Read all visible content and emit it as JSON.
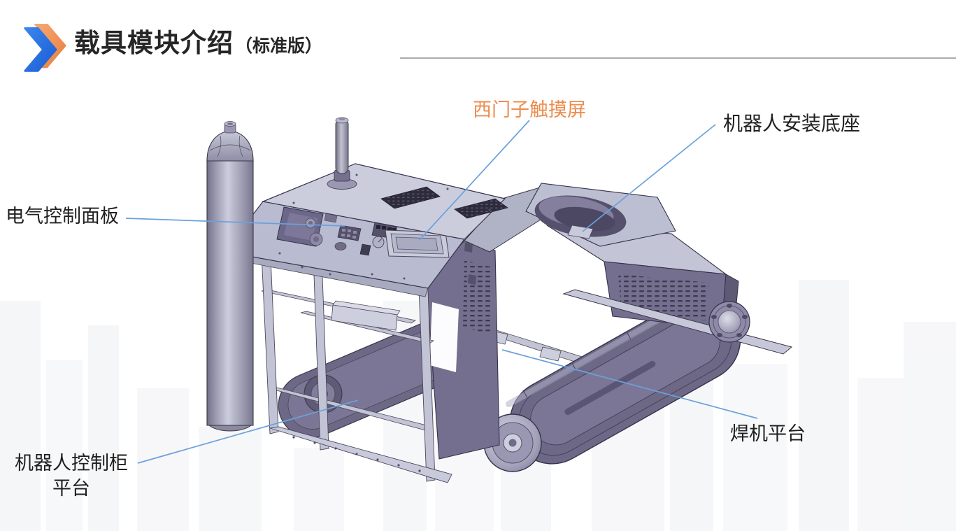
{
  "slide": {
    "title": "载具模块介绍",
    "title_suffix": "（标准版）",
    "background_color": "#ffffff",
    "watermark": "faint city skyline"
  },
  "header_icon": {
    "name": "double-chevron-right-icon",
    "blue": "#2268E0",
    "orange": "#F0935C"
  },
  "annotations": {
    "touchscreen": {
      "label": "西门子触摸屏",
      "color": "#ED8B4E"
    },
    "robot_mount_base": {
      "label": "机器人安装底座",
      "color": "#1f1f1f"
    },
    "electrical_control_panel": {
      "label": "电气控制面板",
      "color": "#1f1f1f"
    },
    "robot_cabinet_platform": {
      "label_line1": "机器人控制柜",
      "label_line2": "平台",
      "color": "#1f1f1f"
    },
    "welder_platform": {
      "label": "焊机平台",
      "color": "#1f1f1f"
    }
  },
  "colors": {
    "leader_line": "#6BA1DB",
    "divider": "#ABACB0",
    "machine_light_panel": "#C8CADC",
    "machine_mid_panel": "#B9BBD1",
    "machine_dark_panel": "#746F8E",
    "machine_track": "#6C6886"
  }
}
